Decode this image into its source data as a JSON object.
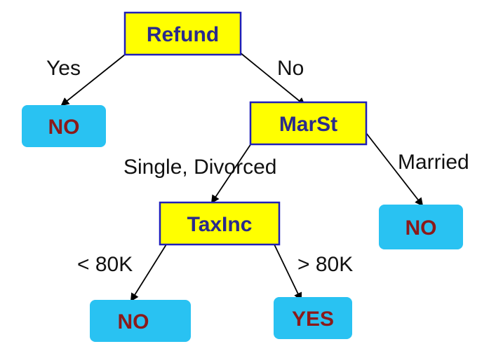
{
  "colors": {
    "decision_fill": "#ffff00",
    "decision_border": "#1f1fb8",
    "decision_text": "#2a2a8c",
    "leaf_fill": "#29c2f2",
    "leaf_text": "#8b1a1a",
    "edge": "#000000"
  },
  "nodes": {
    "refund": {
      "label": "Refund"
    },
    "marst": {
      "label": "MarSt"
    },
    "taxinc": {
      "label": "TaxInc"
    },
    "leaf_refund_yes": {
      "label": "NO"
    },
    "leaf_married": {
      "label": "NO"
    },
    "leaf_low_income": {
      "label": "NO"
    },
    "leaf_high_income": {
      "label": "YES"
    }
  },
  "edges": {
    "refund_yes": {
      "label": "Yes"
    },
    "refund_no": {
      "label": "No"
    },
    "marst_single_divorced": {
      "label": "Single, Divorced"
    },
    "marst_married": {
      "label": "Married"
    },
    "taxinc_low": {
      "label": "< 80K"
    },
    "taxinc_high": {
      "label": "> 80K"
    }
  }
}
